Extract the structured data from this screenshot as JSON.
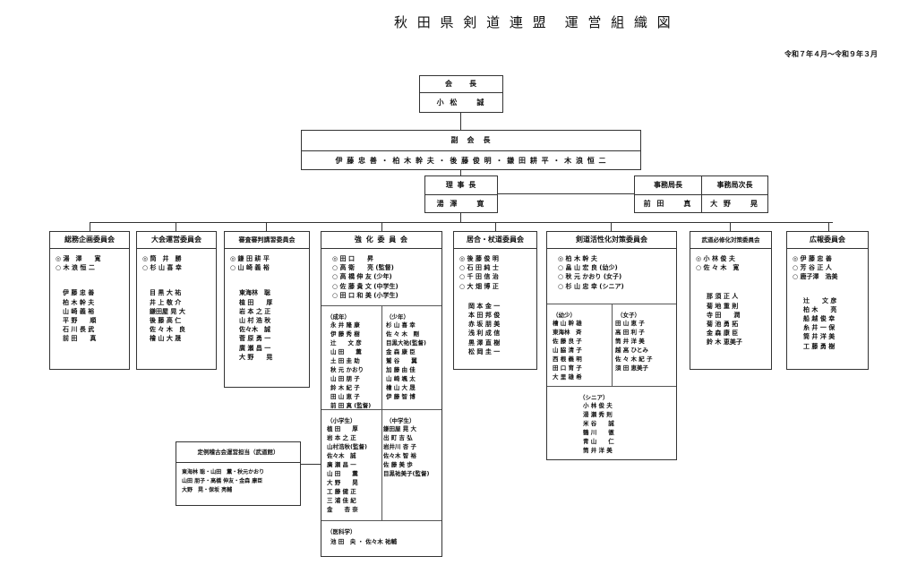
{
  "title": "秋 田 県 剣 道 連 盟　運 営 組 織 図",
  "period": "令和７年４月～令和９年３月",
  "kaicho": {
    "label": "会　　長",
    "name": "小 松　　誠"
  },
  "fukukaicho": {
    "label": "副　会　長",
    "names": "伊 藤 忠 善 ・ 柏 木 幹 夫 ・ 後 藤 俊 明 ・ 鎌 田 耕 平 ・ 木 浪 恒 二"
  },
  "rijicho": {
    "label": "理 事 長",
    "name": "湯 澤　　寛"
  },
  "jimukyokucho": {
    "label": "事務局長",
    "name": "前 田　　真"
  },
  "jimukyokujicho": {
    "label": "事務局次長",
    "name": "大 野　　晃"
  },
  "committees": {
    "soumu": {
      "title": "総務企画委員会",
      "leads": "◎ 湯　澤　　寛\n○ 木 浪 恒 二",
      "members": "伊 藤 忠 善\n柏 木 幹 夫\n山 崎 義 裕\n平 野　　順\n石 川 長 武\n前 田　　真"
    },
    "taikai": {
      "title": "大会運営委員会",
      "leads": "◎ 筒　井　勝\n○ 杉 山 喜 幸",
      "members": "目 黒 大 祐\n井 上 敬 介\n鎌田屋 晃 大\n後 藤 高 仁\n佐 々 木　良\n檜 山 大 晟"
    },
    "shinsa": {
      "title": "審査審判講習委員会",
      "leads": "◎ 鎌 田 耕 平\n○ 山 崎 義 裕",
      "members": "東海林　聡\n植 田　　厚\n岩 本 之 正\n山 村 浩 秋\n佐々木　誠\n菅 原 勇 一\n廣 瀬 昌 一\n大 野　　晃"
    },
    "kyoka": {
      "title": "強 化 委 員 会",
      "leads": "◎ 田 口　　昇\n○ 高 衛　　亮 (監督)\n○ 高 橋 伸 友 (少年)\n○ 佐 藤 貴 文 (中学生)\n○ 田 口 和 美 (小学生)",
      "seinen_label": "（成年）",
      "seinen": "永 井 隆 康\n伊 藤 秀 樹\n辻　　文 彦\n山 田　　薫\n土 田 圭 助\n秋 元 かおり\n山 田 朋 子\n鈴 木 紀 子\n田 山 恵 子\n前 田 真 (監督)",
      "shonen_label": "（少年）",
      "shonen": "杉 山 喜 幸\n佐 々 木　剛\n目黒大祐(監督)\n金 森 康 臣\n鷲 谷　　翼\n加 藤 由 佳\n山 崎 颯 太\n檜 山 大 晟\n伊 藤 智 博",
      "shogaku_label": "（小学生）",
      "shogaku": "植 田　　厚\n岩 本 之 正\n山村浩秋(監督)\n佐々木　誠\n廣 瀬 昌 一\n山 田　　薫\n大 野　　晃\n工 藤 健 正\n三 浦 佳 紀\n金　　杏 奈",
      "chugaku_label": "（中学生）",
      "chugaku": "鎌田屋 晃 大\n出 町 吉 弘\n岩井川 杏 子\n佐々木 智 裕\n佐 藤 美 歩\n目黒祐美子(監督)",
      "ika_label": "（医科学）",
      "ika": "池 田　央 ・ 佐々木 祐輔"
    },
    "iai": {
      "title": "居合・杖道委員会",
      "leads": "◎ 後 藤 俊 明\n○ 石 田 純 士\n○ 千 田 信 治\n○ 大 畑 博 正",
      "members": "岡 本 金 一\n本 田 邦 俊\n赤 坂 朋 美\n浅 利 成 信\n黒 澤 直 樹\n松 岡 圭 一"
    },
    "kasseika": {
      "title": "剣道活性化対策委員会",
      "leads": "◎ 柏 木 幹 夫\n○ 畠 山 宏 良 (幼少)\n○ 秋 元 かおり (女子)\n○ 杉 山 忠 幸 (シニア)",
      "yosho_label": "（幼少）",
      "yosho": "檜 山 幹 雄\n東海林　斉\n佐 藤 良 子\n山 脇 清 子\n西 根 義 明\n田 口 育 子\n大 里 雄 希",
      "joshi_label": "（女子）",
      "joshi": "田 山 恵 子\n高 田 利 子\n筒 井 洋 美\n越 高 ひとみ\n佐 々 木 紀 子\n須 田 恵美子",
      "senior_label": "（シニア）",
      "senior": "小 林 俊 夫\n湯 瀬 秀 則\n米 谷　　誠\n鶴 川　　徹\n青 山　　仁\n筒 井 洋 美"
    },
    "hisshu": {
      "title": "武道必修化対策委員会",
      "leads": "◎ 小 林 俊 夫\n○ 佐 々 木　寛",
      "members": "那 須 正 人\n菊 地 重 則\n寺 田　　潤\n菊 池 勇 拓\n金 森 康 臣\n鈴 木 恵美子"
    },
    "koho": {
      "title": "広報委員会",
      "leads": "◎ 伊 藤 忠 善\n○ 芳 谷 正 人\n○ 鹿子澤　浩美",
      "members": "辻　　文 彦\n柏 木　　亮\n船 越 俊 幸\n糸 井 一 保\n筒 井 洋 美\n工 藤 勇 樹"
    }
  },
  "keiko": {
    "title": "定例稽古会運営担当（武道館）",
    "names": "東海林 聡・山田　薫・秋元かおり\n山田 朋子・高橋 伸友・金森 康臣\n大野　晃・保坂 亮輔"
  }
}
